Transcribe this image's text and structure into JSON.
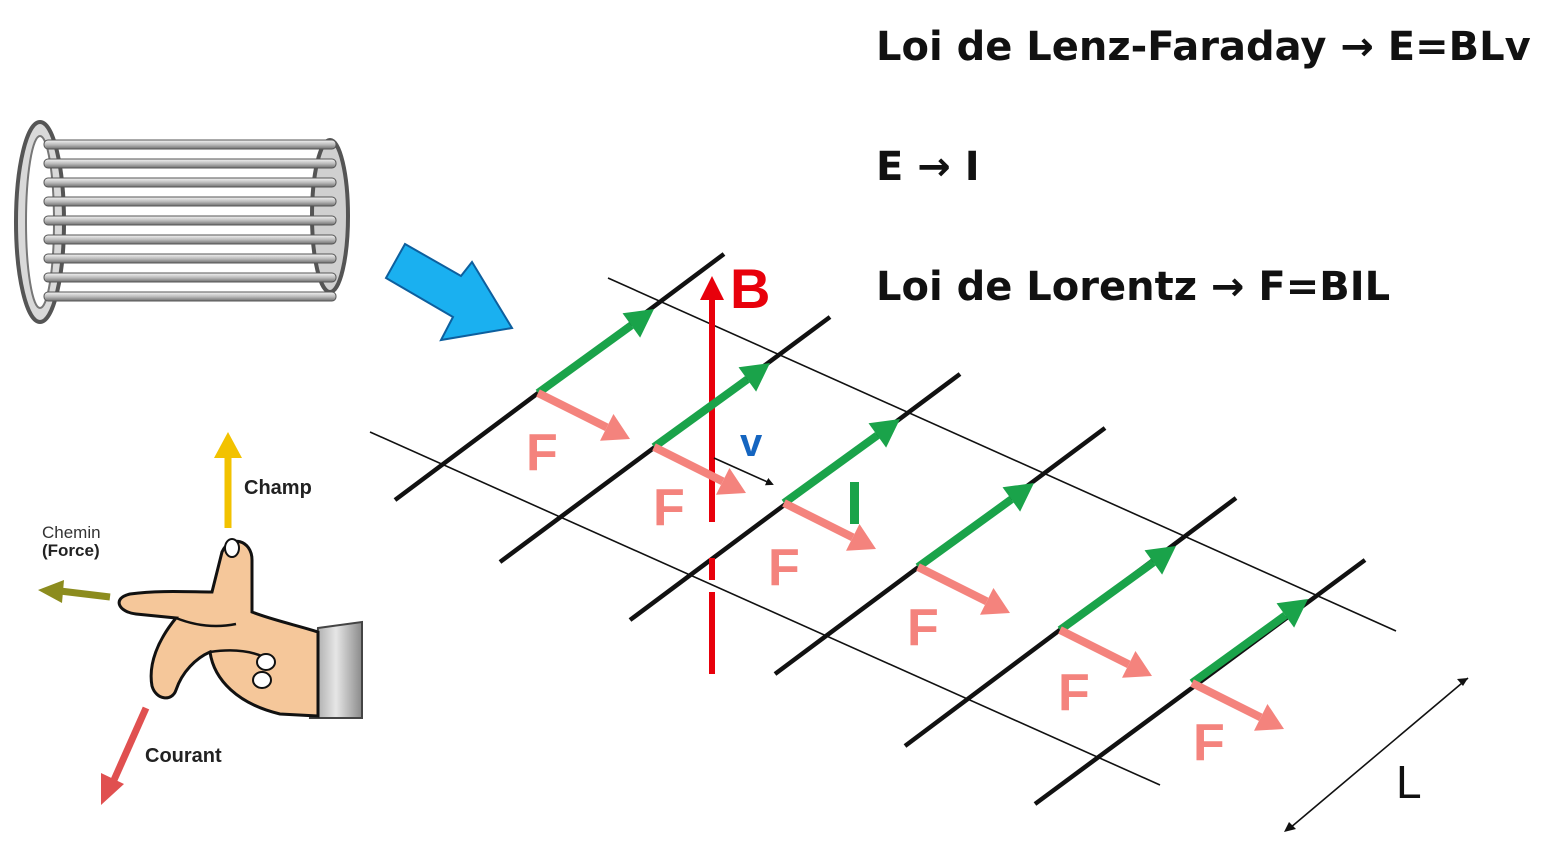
{
  "equations": [
    {
      "text": "Loi de Lenz-Faraday → E=BLv"
    },
    {
      "text": "E → I"
    },
    {
      "text": "Loi de Lorentz → F=BIL"
    }
  ],
  "labels": {
    "B": "B",
    "v": "v",
    "I": "I",
    "F": "F",
    "L": "L"
  },
  "hand": {
    "champ": "Champ",
    "chemin": "Chemin",
    "force": "(Force)",
    "courant": "Courant"
  },
  "colors": {
    "field_B": "#e8000b",
    "velocity_v": "#1565c0",
    "current_I": "#1aa34a",
    "force_F": "#f4837d",
    "pointer_arrow": "#1ab0f0",
    "hand_skin": "#f5c79a",
    "champ_arrow": "#f2c200",
    "chemin_arrow": "#8c8c1e",
    "courant_arrow": "#e05050"
  }
}
